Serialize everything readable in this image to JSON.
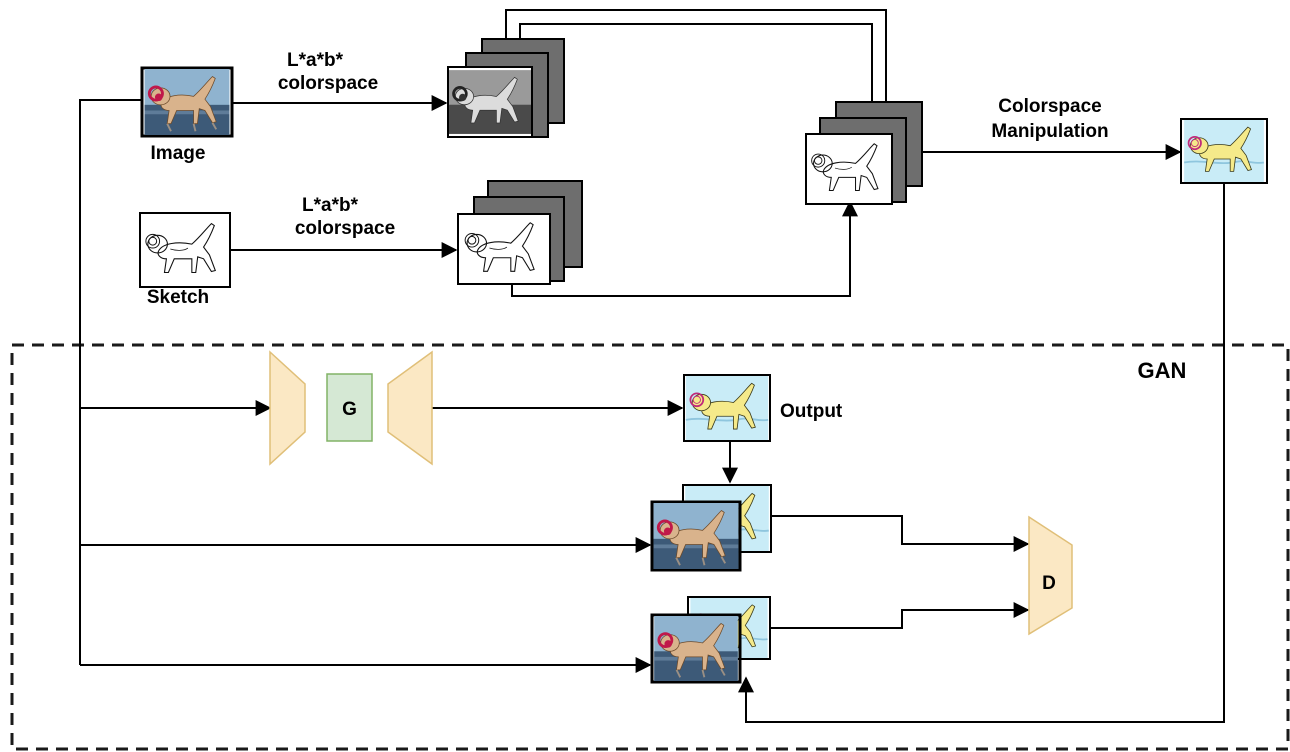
{
  "labels": {
    "image": "Image",
    "sketch": "Sketch",
    "lab_image_line1": "L*a*b*",
    "lab_image_line2": "colorspace",
    "lab_sketch_line1": "L*a*b*",
    "lab_sketch_line2": "colorspace",
    "manip_line1": "Colorspace",
    "manip_line2": "Manipulation",
    "gan": "GAN",
    "generator": "G",
    "discriminator": "D",
    "output": "Output"
  },
  "colors": {
    "frame_stroke": "#1a1a1a",
    "channel_gray": "#6e6e6e",
    "trapezoid_fill": "#fbe8c4",
    "trapezoid_stroke": "#e0bf78",
    "generator_fill": "#d5e8d4",
    "generator_stroke": "#82b366",
    "photo_sky": "#8fb3cf",
    "photo_ground": "#3d5a78",
    "dog_fill": "#d9b38c",
    "recolor_bg": "#c9ecf7",
    "recolor_dog": "#f5ea8a",
    "ring_red": "#c0184a"
  },
  "icons": {
    "photo": "dog-photo-icon",
    "sketch": "dog-sketch-icon",
    "grayscale": "dog-grayscale-icon",
    "recolored": "dog-recolored-icon"
  }
}
